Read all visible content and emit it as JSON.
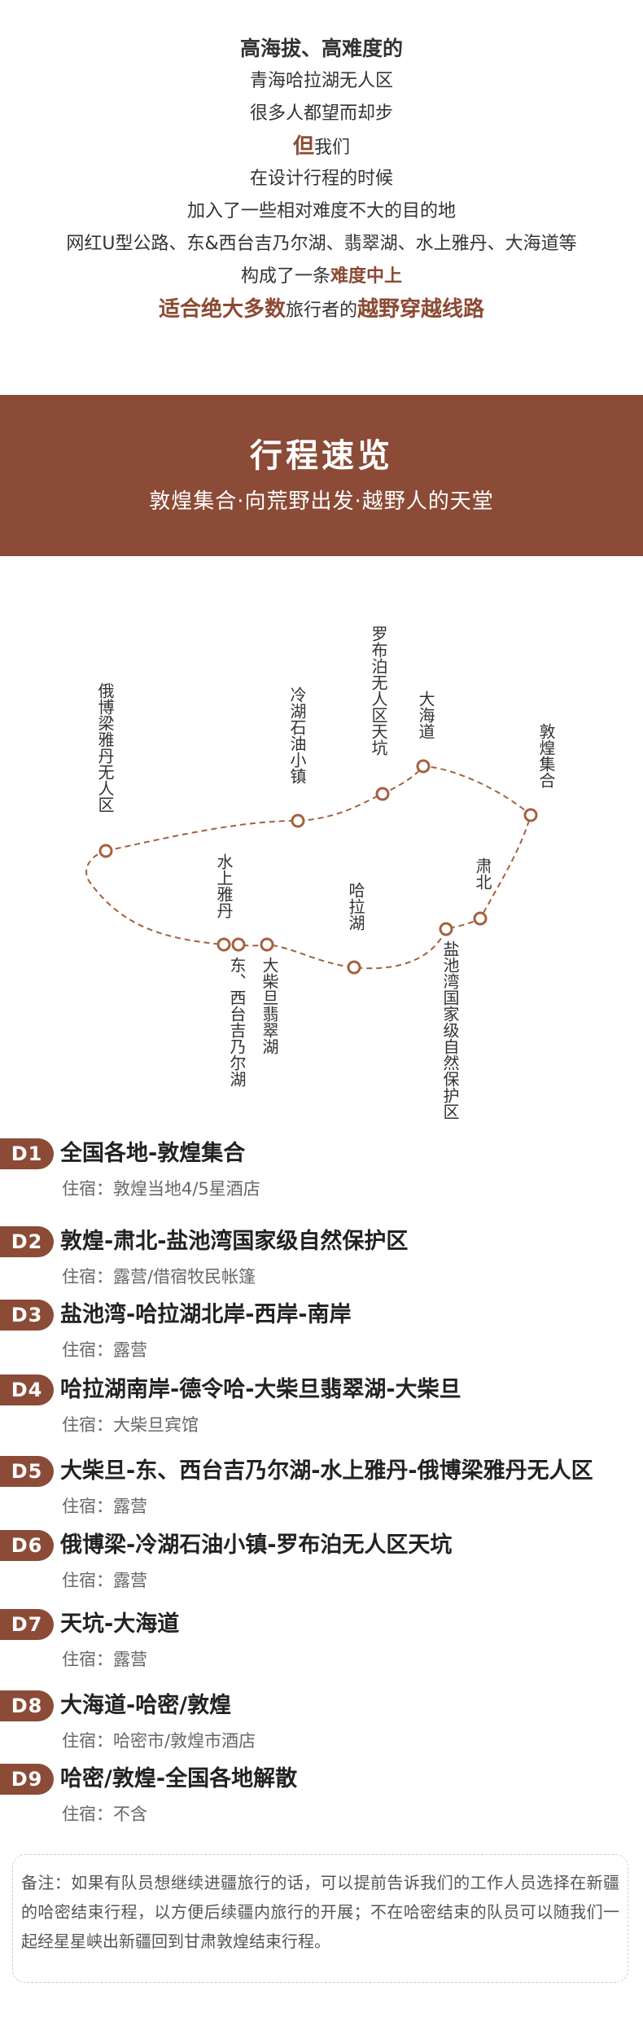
{
  "intro": {
    "l0": "高海拔、高难度的",
    "l1": "青海哈拉湖无人区",
    "l2": "很多人都望而却步",
    "l3a": "但",
    "l3b": "我们",
    "l4": "在设计行程的时候",
    "l5": "加入了一些相对难度不大的目的地",
    "l6": "网红U型公路、东&西台吉乃尔湖、翡翠湖、水上雅丹、大海道等",
    "l7a": "构成了一条",
    "l7b": "难度中上",
    "l8a": "适合绝大多数",
    "l8b": "旅行者的",
    "l8c": "越野穿越线路"
  },
  "banner": {
    "title": "行程速览",
    "subtitle": "敦煌集合·向荒野出发·越野人的天堂"
  },
  "map": {
    "route_color": "#a4603f",
    "places": {
      "eboliang": "俄博梁雅丹无人区",
      "lenghu": "冷湖石油小镇",
      "lop": "罗布泊无人区天坑",
      "dahaidao": "大海道",
      "dunhuang": "敦煌集合",
      "subei": "肃北",
      "shuishang": "水上雅丹",
      "taijinaier": "东、西台吉乃尔湖",
      "chaidan": "大柴旦翡翠湖",
      "hala": "哈拉湖",
      "yanchiwan": "盐池湾国家级自然保护区"
    }
  },
  "days": [
    {
      "badge": "D1",
      "route": "全国各地-敦煌集合",
      "stay": "住宿：敦煌当地4/5星酒店"
    },
    {
      "badge": "D2",
      "route": "敦煌-肃北-盐池湾国家级自然保护区",
      "stay": "住宿：露营/借宿牧民帐篷"
    },
    {
      "badge": "D3",
      "route": "盐池湾-哈拉湖北岸-西岸-南岸",
      "stay": "住宿：露营"
    },
    {
      "badge": "D4",
      "route": "哈拉湖南岸-德令哈-大柴旦翡翠湖-大柴旦",
      "stay": "住宿：大柴旦宾馆"
    },
    {
      "badge": "D5",
      "route": "大柴旦-东、西台吉乃尔湖-水上雅丹-俄博梁雅丹无人区",
      "stay": "住宿：露营"
    },
    {
      "badge": "D6",
      "route": "俄博梁-冷湖石油小镇-罗布泊无人区天坑",
      "stay": "住宿：露营"
    },
    {
      "badge": "D7",
      "route": "天坑-大海道",
      "stay": "住宿：露营"
    },
    {
      "badge": "D8",
      "route": "大海道-哈密/敦煌",
      "stay": "住宿：哈密市/敦煌市酒店"
    },
    {
      "badge": "D9",
      "route": "哈密/敦煌-全国各地解散",
      "stay": "住宿：不含"
    }
  ],
  "note": "备注：如果有队员想继续进疆旅行的话，可以提前告诉我们的工作人员选择在新疆的哈密结束行程，以方便后续疆内旅行的开展；不在哈密结束的队员可以随我们一起经星星峡出新疆回到甘肃敦煌结束行程。",
  "colors": {
    "accent": "#8b4b37",
    "accent_text": "#8b4a34"
  }
}
